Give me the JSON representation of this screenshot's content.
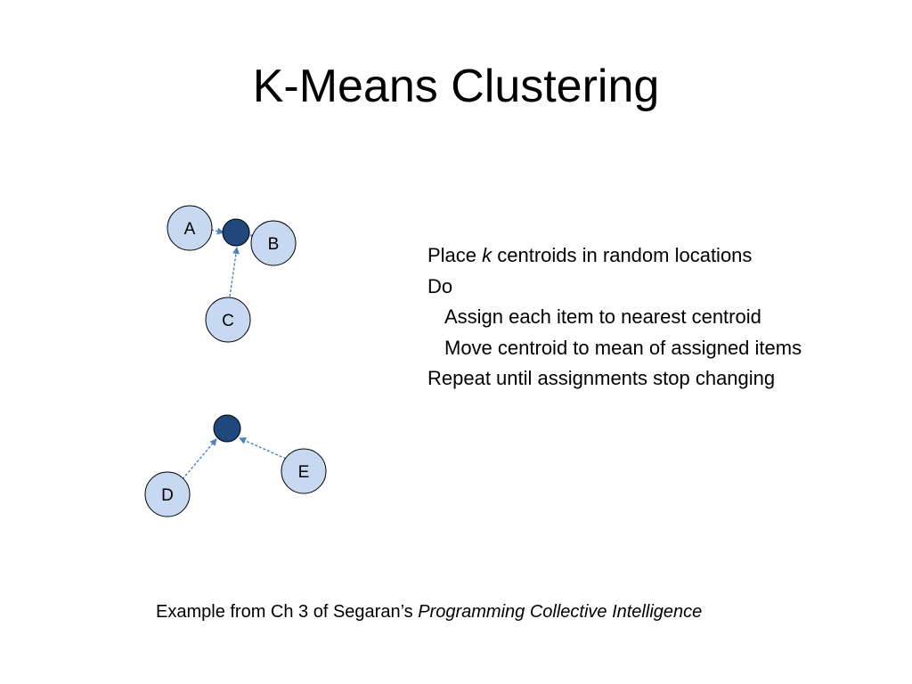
{
  "title": "K-Means Clustering",
  "diagram": {
    "nodes": [
      {
        "label": "A"
      },
      {
        "label": "B"
      },
      {
        "label": "C"
      },
      {
        "label": "D"
      },
      {
        "label": "E"
      }
    ]
  },
  "algorithm": {
    "line1_before": "Place ",
    "line1_italic": "k",
    "line1_after": " centroids in random locations",
    "line2": "Do",
    "line3": "Assign each item to nearest centroid",
    "line4": "Move centroid to mean of assigned items",
    "line5": "Repeat until assignments stop changing"
  },
  "caption": {
    "prefix": "Example from Ch 3 of Segaran’s ",
    "book_title": "Programming Collective Intelligence"
  },
  "colors": {
    "item_fill": "#c6d9f1",
    "centroid_fill": "#1f497d",
    "outline": "#000000",
    "arrow": "#4f81bd"
  }
}
